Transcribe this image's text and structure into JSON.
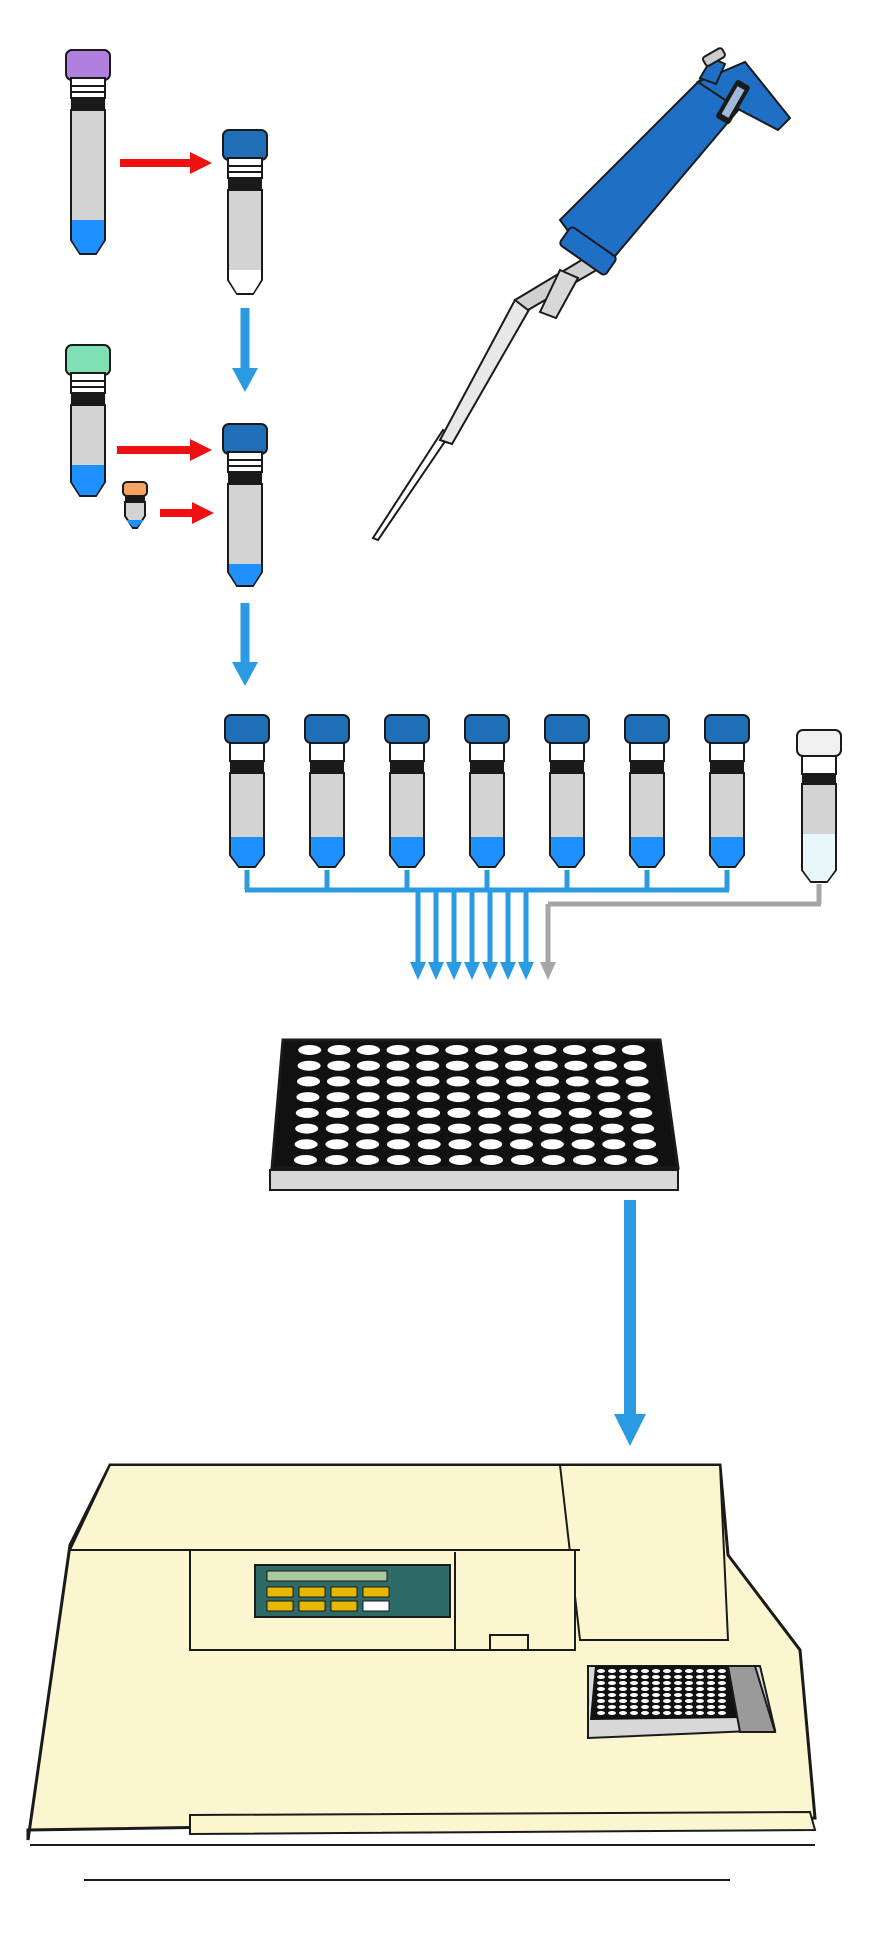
{
  "title": "",
  "colors": {
    "background": "#ffffff",
    "tube_body": "#d3d3d3",
    "tube_outline": "#1a1a1a",
    "blue_liquid": "#1e90ff",
    "cap_blue": "#1f6fb8",
    "cap_purple": "#b07fe0",
    "cap_mint": "#7fe0b4",
    "cap_orange": "#f4a460",
    "cap_white": "#f0f0f0",
    "blank_liquid": "#eaf8fb",
    "red_arrow": "#ee1111",
    "blue_arrow": "#2a9be2",
    "gray_line": "#a6a6a6",
    "pipette_blue": "#1f6fc6",
    "plate_black": "#111111",
    "reader_body": "#fbf6d0",
    "reader_panel": "#2f6b66",
    "reader_button": "#e6b800"
  },
  "icons": {
    "reagent_tube_purple": "reagent-tube-icon",
    "empty_tube": "empty-tube-icon",
    "reagent_tube_mint": "reagent-tube-icon",
    "small_vial": "microvial-icon",
    "mix_tube": "mix-tube-icon",
    "standard_tubes": "standard-tube-icon",
    "blank_tube": "blank-tube-icon",
    "pipette": "pipette-icon",
    "plate": "microplate-icon",
    "reader": "plate-reader-icon"
  },
  "standards": {
    "count": 7,
    "blank_count": 1
  },
  "plate": {
    "rows": 8,
    "columns": 12
  },
  "reader": {
    "panel_buttons": [
      {
        "label": ""
      },
      {
        "label": ""
      },
      {
        "label": ""
      },
      {
        "label": ""
      },
      {
        "label": ""
      },
      {
        "label": ""
      },
      {
        "label": ""
      },
      {
        "label": ""
      }
    ]
  }
}
